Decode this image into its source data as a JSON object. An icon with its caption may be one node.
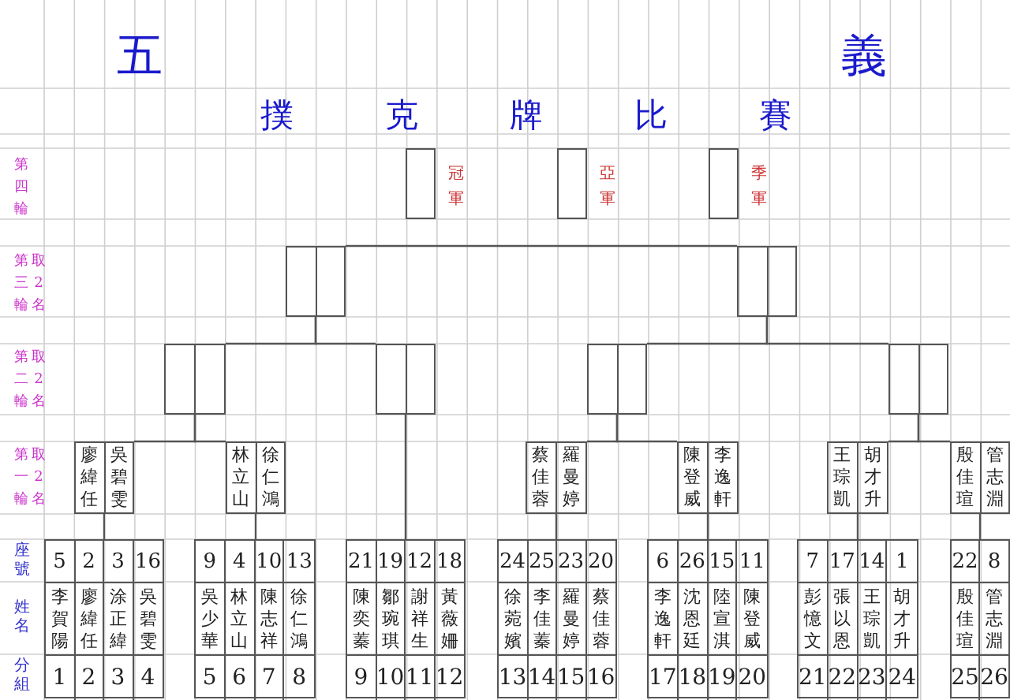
{
  "diagram": {
    "title": "撲克牌比賽",
    "nodes": [
      {
        "text": [],
        "shape": "box",
        "beside": [
          "冠軍"
        ]
      },
      {
        "text": [],
        "shape": "box",
        "beside": [
          "亞軍"
        ]
      },
      {
        "text": [],
        "shape": "box",
        "beside": [
          "季軍"
        ]
      },
      {
        "text": [],
        "shape": "box"
      },
      {
        "text": [],
        "shape": "box"
      },
      {
        "text": [],
        "shape": "box"
      },
      {
        "text": [],
        "shape": "box"
      },
      {
        "text": [],
        "shape": "box"
      },
      {
        "text": [],
        "shape": "box"
      },
      {
        "text": [
          "廖緯任",
          "吳碧雯"
        ]
      },
      {
        "text": [
          "林立山",
          "徐仁鴻"
        ]
      },
      {
        "text": [
          "蔡佳蓉",
          "羅曼婷"
        ]
      },
      {
        "text": [
          "陳登威",
          "李逸軒"
        ]
      },
      {
        "text": [
          "王琮凱",
          "胡才升"
        ]
      },
      {
        "text": [
          "殷佳瑄",
          "管志淵"
        ]
      },
      {
        "text": [
          "5",
          "2",
          "3",
          "16",
          "李賀陽",
          "廖緯任",
          "涂正緯",
          "吳碧雯",
          "1",
          "2",
          "3",
          "4"
        ]
      },
      {
        "text": [
          "9",
          "4",
          "10",
          "13",
          "吳少華",
          "林立山",
          "陳志祥",
          "徐仁鴻",
          "5",
          "6",
          "7",
          "8"
        ]
      },
      {
        "text": [
          "21",
          "19",
          "12",
          "18",
          "陳奕蓁",
          "鄒琬琪",
          "謝祥生",
          "黃薇姍",
          "9",
          "10",
          "11",
          "12"
        ]
      },
      {
        "text": [
          "24",
          "25",
          "23",
          "20",
          "徐菀嬪",
          "李佳蓁",
          "羅曼婷",
          "蔡佳蓉",
          "13",
          "14",
          "15",
          "16"
        ]
      },
      {
        "text": [
          "6",
          "26",
          "15",
          "11",
          "李逸軒",
          "沈恩廷",
          "陸宣淇",
          "陳登威",
          "17",
          "18",
          "19",
          "20"
        ]
      },
      {
        "text": [
          "7",
          "17",
          "14",
          "1",
          "彭憶文",
          "張以恩",
          "王琮凱",
          "胡才升",
          "21",
          "22",
          "23",
          "24"
        ]
      },
      {
        "text": [
          "22",
          "8",
          "殷佳瑄",
          "管志淵",
          "25",
          "26"
        ]
      }
    ],
    "edges": [
      {
        "from": 3,
        "to": 4,
        "arrow": "none"
      },
      {
        "from": 5,
        "to": 3,
        "arrow": "none"
      },
      {
        "from": 6,
        "to": 3,
        "arrow": "none"
      },
      {
        "from": 7,
        "to": 4,
        "arrow": "none"
      },
      {
        "from": 8,
        "to": 4,
        "arrow": "none"
      },
      {
        "from": 9,
        "to": 5,
        "arrow": "none"
      },
      {
        "from": 10,
        "to": 5,
        "arrow": "none"
      },
      {
        "from": 11,
        "to": 7,
        "arrow": "none"
      },
      {
        "from": 12,
        "to": 7,
        "arrow": "none"
      },
      {
        "from": 13,
        "to": 8,
        "arrow": "none"
      },
      {
        "from": 14,
        "to": 8,
        "arrow": "none"
      },
      {
        "from": 15,
        "to": 9,
        "arrow": "none"
      },
      {
        "from": 16,
        "to": 10,
        "arrow": "none"
      },
      {
        "from": 17,
        "to": 6,
        "arrow": "none"
      },
      {
        "from": 18,
        "to": 11,
        "arrow": "none"
      },
      {
        "from": 19,
        "to": 12,
        "arrow": "none"
      },
      {
        "from": 20,
        "to": 13,
        "arrow": "none"
      },
      {
        "from": 21,
        "to": 14,
        "arrow": "none"
      }
    ],
    "labels": [
      "五",
      "義",
      "第四輪",
      "第三輪",
      "取2名",
      "第二輪",
      "取2名",
      "第一輪",
      "取2名",
      "座號",
      "姓名",
      "分組"
    ]
  }
}
